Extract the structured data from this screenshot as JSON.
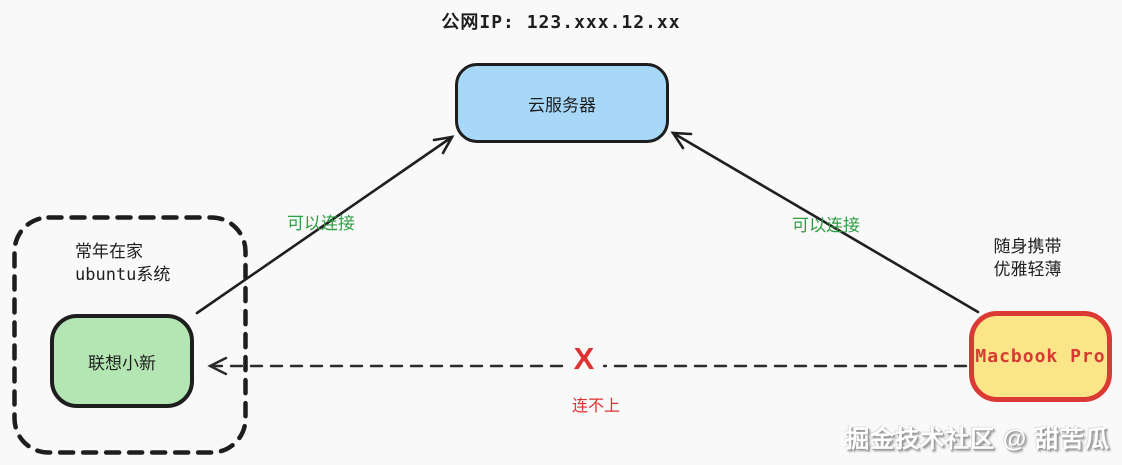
{
  "title": "公网IP: 123.xxx.12.xx",
  "nodes": {
    "cloud": {
      "label": "云服务器",
      "fill": "#a8d8f7",
      "border": "#1e1e1e"
    },
    "lenovo": {
      "label": "联想小新",
      "fill": "#b4e6b4",
      "border": "#1e1e1e"
    },
    "macbook": {
      "label": "Macbook Pro",
      "fill": "#fae588",
      "border": "#db3a34",
      "text_color": "#d63a32"
    }
  },
  "notes": {
    "home": {
      "line1": "常年在家",
      "line2": "ubuntu系统"
    },
    "macbook": {
      "line1": "随身携带",
      "line2": "优雅轻薄"
    }
  },
  "edges": {
    "left_label": "可以连接",
    "right_label": "可以连接",
    "fail_mark": "X",
    "fail_text": "连不上",
    "connect_color": "#2f9e44",
    "fail_color": "#e03131",
    "stroke_color": "#1f1f1f"
  },
  "watermark": "掘金技术社区 @ 甜苦瓜"
}
